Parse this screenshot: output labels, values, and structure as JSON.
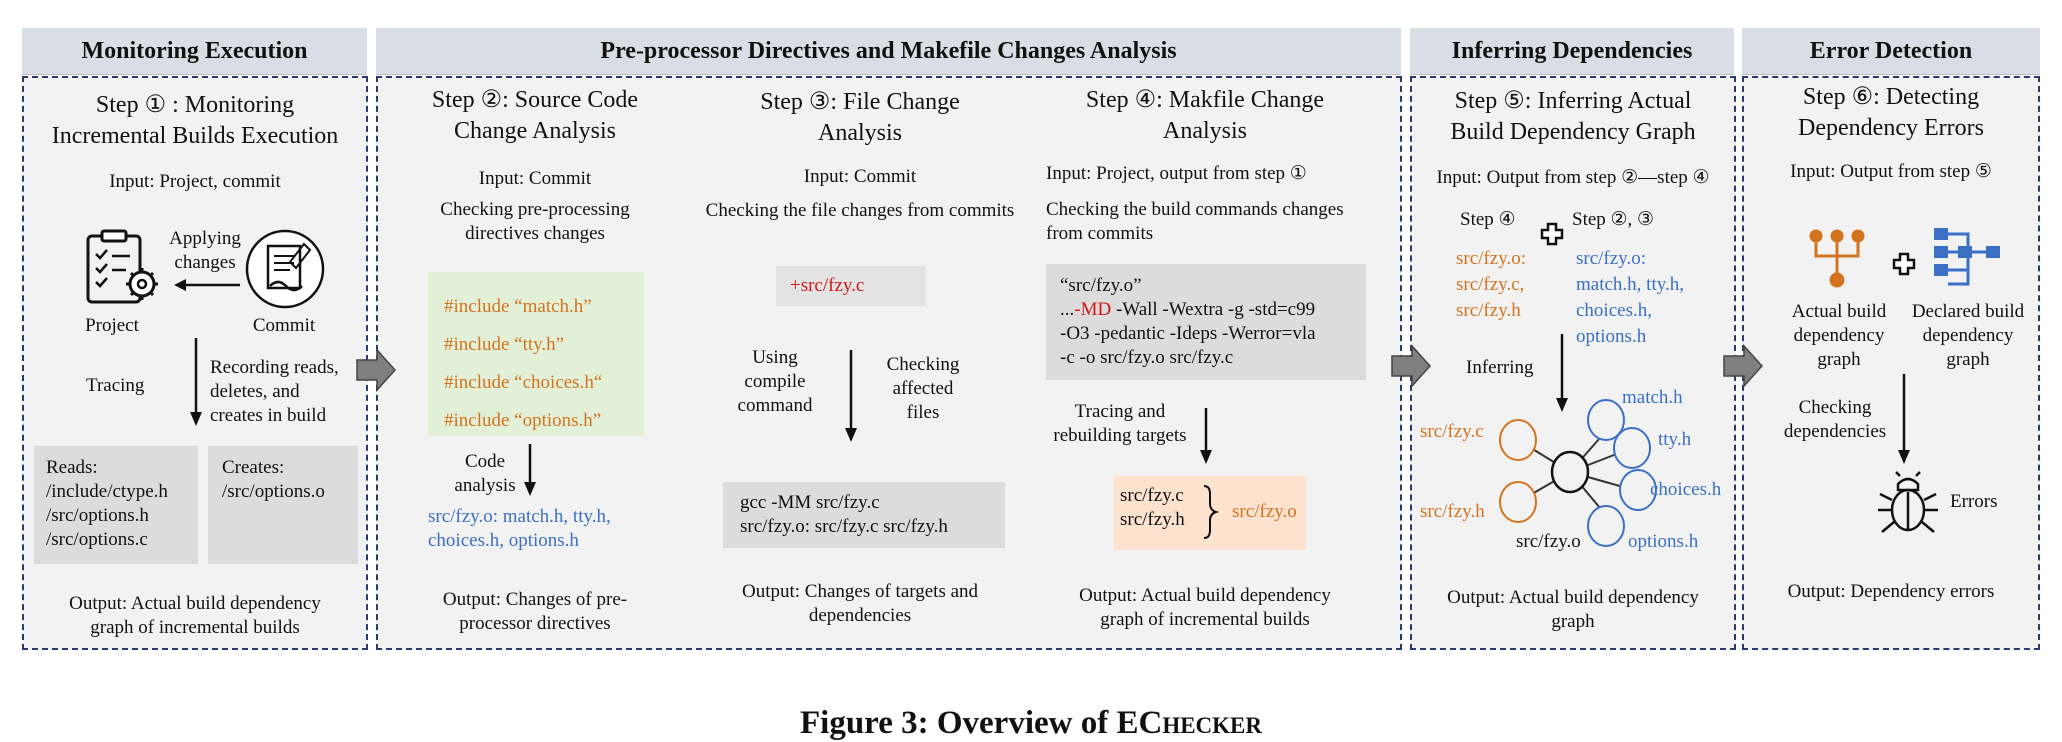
{
  "headers": {
    "monitoring": "Monitoring Execution",
    "preprocessor": "Pre-processor Directives and Makefile Changes Analysis",
    "inferring": "Inferring Dependencies",
    "error": "Error Detection"
  },
  "step1": {
    "title_a": "Step ① : Monitoring",
    "title_b": "Incremental Builds Execution",
    "input": "Input: Project, commit",
    "applying_a": "Applying",
    "applying_b": "changes",
    "project": "Project",
    "commit": "Commit",
    "tracing": "Tracing",
    "recording_a": "Recording reads,",
    "recording_b": "deletes, and",
    "recording_c": "creates in build",
    "reads_label": "Reads:",
    "reads": [
      "/include/ctype.h",
      "/src/options.h",
      "/src/options.c"
    ],
    "creates_label": "Creates:",
    "creates": "/src/options.o",
    "output_a": "Output: Actual build dependency",
    "output_b": "graph of incremental builds"
  },
  "step2": {
    "title_a": "Step ②: Source Code",
    "title_b": "Change Analysis",
    "input": "Input: Commit",
    "check_a": "Checking pre-processing",
    "check_b": "directives changes",
    "includes": [
      "#include “match.h”",
      "#include “tty.h”",
      "#include “choices.h“",
      "#include “options.h”"
    ],
    "code_a": "Code",
    "code_b": "analysis",
    "result_a": "src/fzy.o: match.h, tty.h,",
    "result_b": "choices.h, options.h",
    "output_a": "Output: Changes of pre-",
    "output_b": "processor directives"
  },
  "step3": {
    "title_a": "Step ③: File Change",
    "title_b": "Analysis",
    "input": "Input: Commit",
    "check": "Checking the file changes from commits",
    "file": "+src/fzy.c",
    "using_a": "Using",
    "using_b": "compile",
    "using_c": "command",
    "checking_a": "Checking",
    "checking_b": "affected",
    "checking_c": "files",
    "gcc_a": "gcc -MM src/fzy.c",
    "gcc_b": "src/fzy.o: src/fzy.c src/fzy.h",
    "output_a": "Output: Changes of targets and",
    "output_b": "dependencies"
  },
  "step4": {
    "title_a": "Step ④: Makfile Change",
    "title_b": "Analysis",
    "input": "Input: Project, output from step  ①",
    "check_a": "Checking the build commands changes",
    "check_b": "from commits",
    "cmd_a": "“src/fzy.o”",
    "cmd_b_pre": "...",
    "cmd_b_red": "-MD",
    "cmd_b_post": " -Wall -Wextra -g -std=c99",
    "cmd_c": "-O3 -pedantic -Ideps -Werror=vla",
    "cmd_d": "-c -o src/fzy.o src/fzy.c",
    "tracing_a": "Tracing and",
    "tracing_b": "rebuilding targets",
    "src_a": "src/fzy.c",
    "src_b": "src/fzy.h",
    "target": "src/fzy.o",
    "output_a": "Output: Actual build dependency",
    "output_b": "graph of incremental builds"
  },
  "step5": {
    "title_a": "Step ⑤: Inferring Actual",
    "title_b": "Build Dependency Graph",
    "input": "Input: Output from step ②—step ④",
    "left_label": "Step ④",
    "right_label": "Step ②, ③",
    "left_a": "src/fzy.o:",
    "left_b": "src/fzy.c,",
    "left_c": "src/fzy.h",
    "right_a": "src/fzy.o:",
    "right_b": "match.h, tty.h,",
    "right_c": "choices.h,",
    "right_d": "options.h",
    "inferring": "Inferring",
    "node_fzyc": "src/fzy.c",
    "node_fzyh": "src/fzy.h",
    "node_center": "src/fzy.o",
    "node_match": "match.h",
    "node_tty": "tty.h",
    "node_choices": "choices.h",
    "node_options": "options.h",
    "output_a": "Output: Actual build dependency",
    "output_b": "graph"
  },
  "step6": {
    "title_a": "Step ⑥: Detecting",
    "title_b": "Dependency Errors",
    "input": "Input: Output from step ⑤",
    "actual_a": "Actual build",
    "actual_b": "dependency",
    "actual_c": "graph",
    "declared_a": "Declared build",
    "declared_b": "dependency",
    "declared_c": "graph",
    "checking_a": "Checking",
    "checking_b": "dependencies",
    "errors": "Errors",
    "output": "Output: Dependency errors"
  },
  "caption_pre": "Figure 3: Overview of E",
  "caption_sc": "Checker",
  "colors": {
    "orange": "#d4731e",
    "blue": "#3a6fc4",
    "header": "#d9dee6",
    "panel": "#f2f2f2",
    "dash": "#2b3a6e"
  }
}
